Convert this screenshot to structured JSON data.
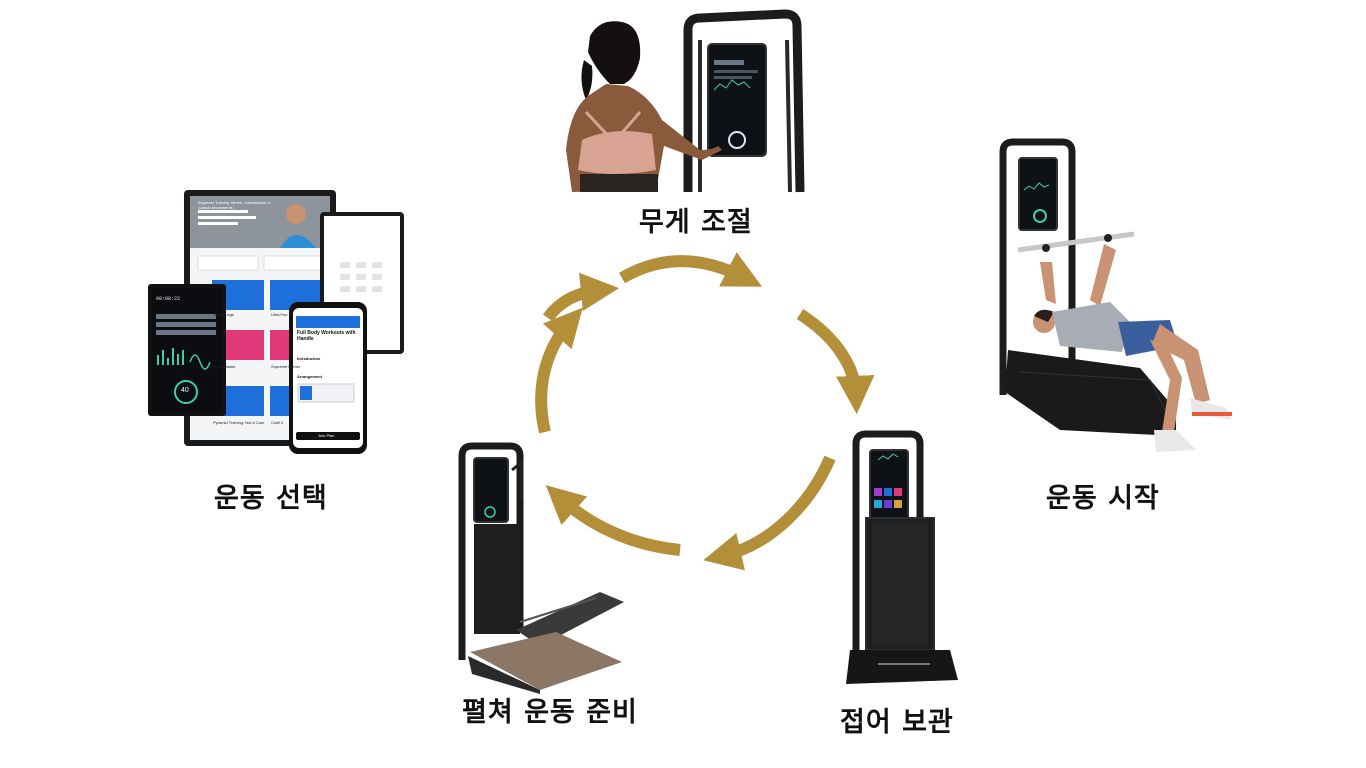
{
  "steps": {
    "weight": "무게 조절",
    "start": "운동 시작",
    "fold": "접어 보관",
    "unfold": "펼쳐 운동 준비",
    "select": "운동 선택"
  },
  "colors": {
    "arrow": "#b38f3a",
    "frame": "#1c1c1c",
    "screen": "#0e1116",
    "accent_blue": "#1e6fd9",
    "skin": "#8a5a3c",
    "floor_wood": "#8c7766"
  },
  "tablet_ui": {
    "banner_title": "Beginner Training Series - Introduction to Classic Movements",
    "card_titles": [
      "Toned Legs",
      "Ultra Fun",
      "Body Blaster",
      "Supreme Burner",
      "Pyramid Training: Not A Cow",
      "Craft 3"
    ]
  },
  "phone_ui": {
    "title": "Full Body Workouts with Handle",
    "cta": "Join Plan",
    "section": "Introduction",
    "subsection": "Arrangement"
  },
  "monitor_ui": {
    "gauge_value": "40",
    "readout": "00:00:22"
  }
}
